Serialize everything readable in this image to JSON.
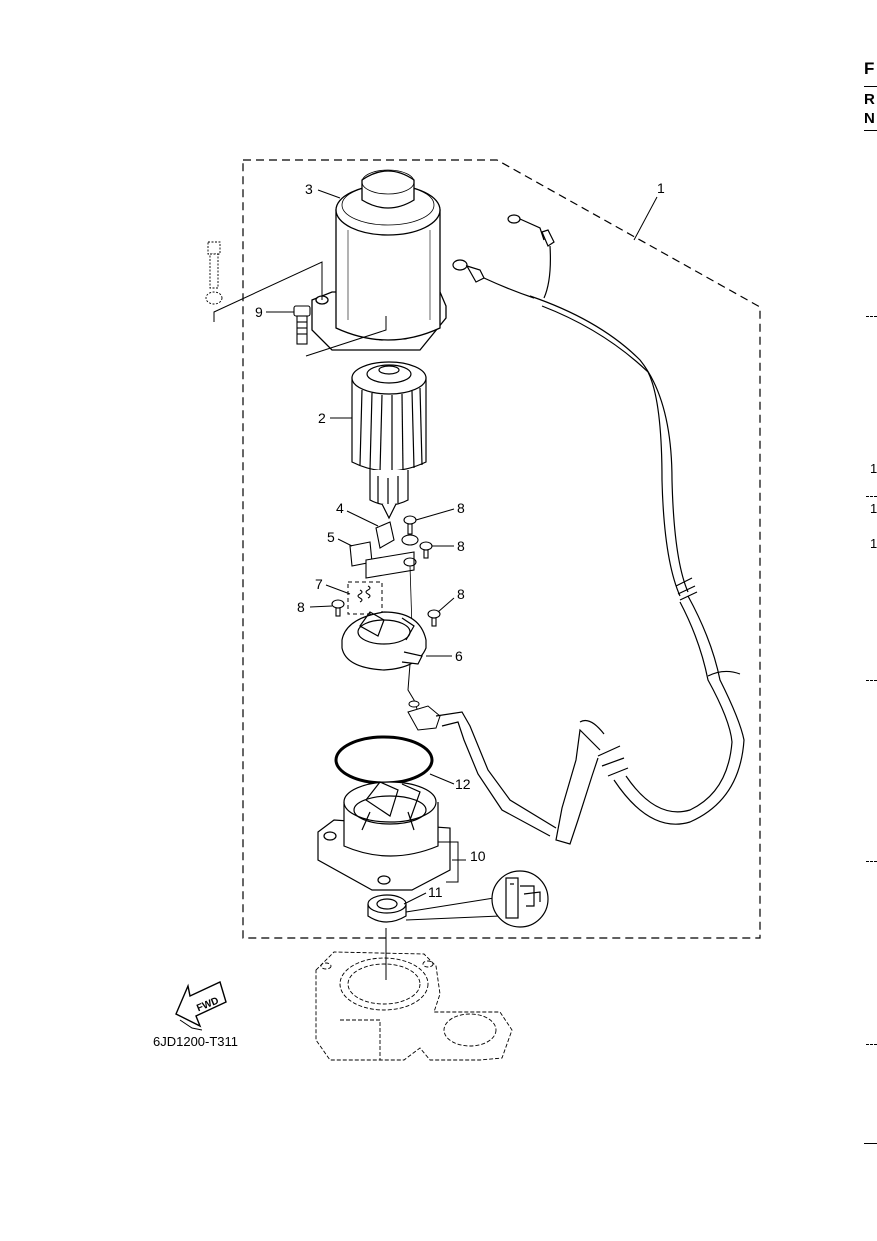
{
  "diagram": {
    "code": "6JD1200-T311",
    "fwd_label": "FWD",
    "callouts": [
      {
        "id": "c1",
        "text": "1"
      },
      {
        "id": "c2",
        "text": "2"
      },
      {
        "id": "c3",
        "text": "3"
      },
      {
        "id": "c4",
        "text": "4"
      },
      {
        "id": "c5",
        "text": "5"
      },
      {
        "id": "c6",
        "text": "6"
      },
      {
        "id": "c7",
        "text": "7"
      },
      {
        "id": "c8a",
        "text": "8"
      },
      {
        "id": "c8b",
        "text": "8"
      },
      {
        "id": "c8c",
        "text": "8"
      },
      {
        "id": "c8d",
        "text": "8"
      },
      {
        "id": "c9",
        "text": "9"
      },
      {
        "id": "c10",
        "text": "10"
      },
      {
        "id": "c11",
        "text": "11"
      },
      {
        "id": "c12",
        "text": "12"
      }
    ]
  },
  "edge": {
    "letters": [
      "F",
      "R",
      "N"
    ],
    "numbers": [
      "1",
      "1",
      "1"
    ]
  }
}
